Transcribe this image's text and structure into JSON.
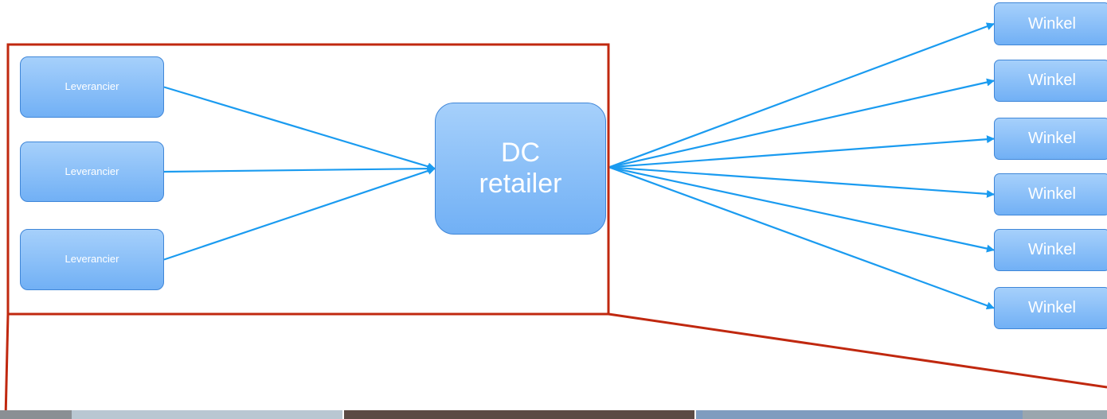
{
  "diagram": {
    "suppliers": [
      {
        "id": "s1",
        "label": "Leverancier"
      },
      {
        "id": "s2",
        "label": "Leverancier"
      },
      {
        "id": "s3",
        "label": "Leverancier"
      }
    ],
    "hub": {
      "id": "dc",
      "label_line1": "DC",
      "label_line2": "retailer"
    },
    "stores": [
      {
        "id": "w1",
        "label": "Winkel"
      },
      {
        "id": "w2",
        "label": "Winkel"
      },
      {
        "id": "w3",
        "label": "Winkel"
      },
      {
        "id": "w4",
        "label": "Winkel"
      },
      {
        "id": "w5",
        "label": "Winkel"
      },
      {
        "id": "w6",
        "label": "Winkel"
      }
    ],
    "edges": [
      {
        "from": "s1",
        "to": "dc"
      },
      {
        "from": "s2",
        "to": "dc"
      },
      {
        "from": "s3",
        "to": "dc"
      },
      {
        "from": "dc",
        "to": "w1"
      },
      {
        "from": "dc",
        "to": "w2"
      },
      {
        "from": "dc",
        "to": "w3"
      },
      {
        "from": "dc",
        "to": "w4"
      },
      {
        "from": "dc",
        "to": "w5"
      },
      {
        "from": "dc",
        "to": "w6"
      }
    ]
  },
  "colors": {
    "node_fill_top": "#a6d0fb",
    "node_fill_bottom": "#71b0f5",
    "node_border": "#3f86d8",
    "arrow": "#1a9bf0",
    "highlight": "#c0280f"
  }
}
